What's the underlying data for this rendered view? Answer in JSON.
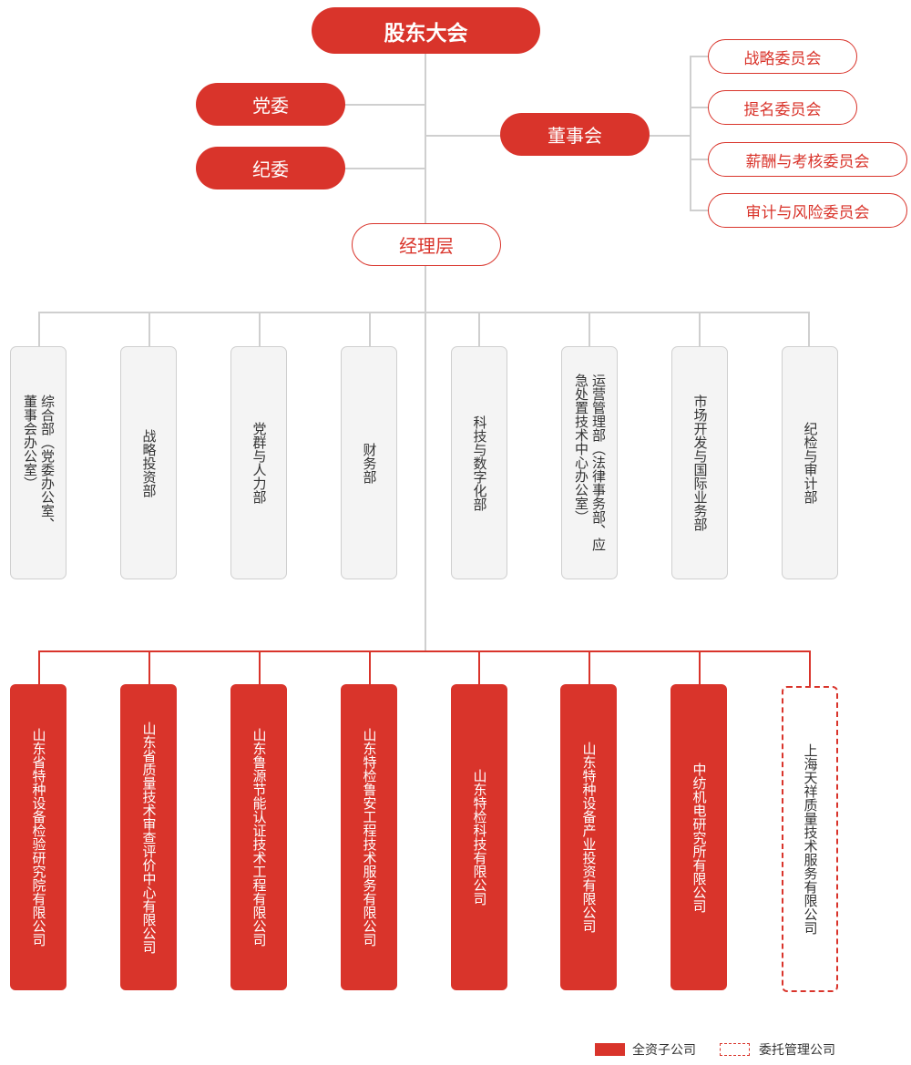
{
  "colors": {
    "accent": "#d9342b",
    "connector": "#cfcfcf",
    "dept_fill": "#f4f4f4"
  },
  "top": {
    "shareholders": "股东大会"
  },
  "party": {
    "committee": "党委",
    "discipline": "纪委"
  },
  "board": {
    "label": "董事会",
    "committees": [
      "战略委员会",
      "提名委员会",
      "薪酬与考核委员会",
      "审计与风险委员会"
    ]
  },
  "management": {
    "label": "经理层"
  },
  "departments": [
    "综合部（党委办公室、董事会办公室）",
    "战略投资部",
    "党群与人力部",
    "财务部",
    "科技与数字化部",
    "运营管理部（法律事务部、应急处置技术中心办公室）",
    "市场开发与国际业务部",
    "纪检与审计部"
  ],
  "companies": [
    "山东省特种设备检验研究院有限公司",
    "山东省质量技术审查评价中心有限公司",
    "山东鲁源节能认证技术工程有限公司",
    "山东特检鲁安工程技术服务有限公司",
    "山东特检科技有限公司",
    "山东特种设备产业投资有限公司",
    "中纺机电研究所有限公司",
    "上海天祥质量技术服务有限公司"
  ],
  "legend": {
    "wholly_owned": "全资子公司",
    "entrusted": "委托管理公司"
  }
}
